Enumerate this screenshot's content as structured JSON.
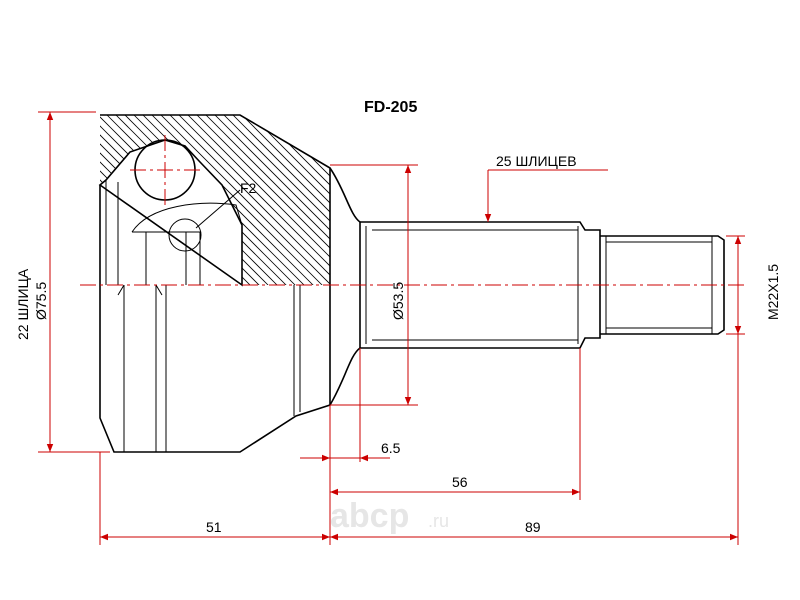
{
  "title": "FD-205",
  "labels": {
    "splines_outer": "25 ШЛИЦЕВ",
    "thread": "M22X1.5",
    "diameter_shaft": "Ø53.5",
    "splines_inner": "22 ШЛИЦА",
    "diameter_housing": "Ø75.5",
    "feature": "F2"
  },
  "dimensions": {
    "d1": "6.5",
    "d2": "56",
    "d3": "51",
    "d4": "89"
  },
  "watermark": {
    "brand": "abcp",
    "suffix": ".ru"
  },
  "colors": {
    "dimension_lines": "#cc0000",
    "drawing_lines": "#000000",
    "watermark": "#e6e6e6"
  }
}
